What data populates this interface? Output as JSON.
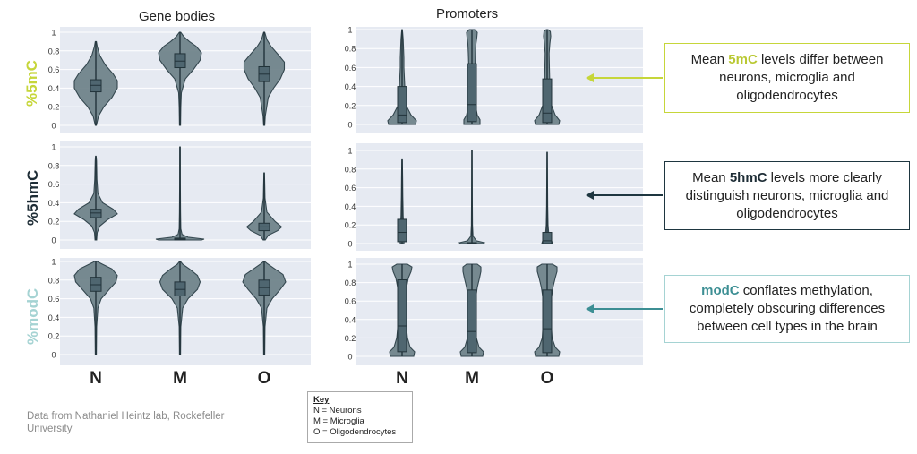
{
  "column_titles": [
    "Gene bodies",
    "Promoters"
  ],
  "row_labels": [
    {
      "text": "%5mC",
      "color": "#c6d63a"
    },
    {
      "text": "%5hmC",
      "color": "#1e2d36"
    },
    {
      "text": "%modC",
      "color": "#a5d3d3"
    }
  ],
  "callouts": [
    {
      "pre": "Mean ",
      "bold": "5mC",
      "post": " levels differ between neurons, microglia and oligodendrocytes",
      "color": "#c6d63a",
      "bold_color": "#b9c832"
    },
    {
      "pre": "Mean ",
      "bold": "5hmC",
      "post": " levels more clearly distinguish neurons, microglia and oligodendrocytes",
      "color": "#1e3640",
      "bold_color": "#1e2d36"
    },
    {
      "pre": "",
      "bold": "modC",
      "post": " conflates methylation, completely obscuring differences between cell types in the brain",
      "color": "#3d8f94",
      "bold_color": "#3d8f94"
    }
  ],
  "footer_note": "Data from Nathaniel Heintz lab, Rockefeller University",
  "key": {
    "title": "Key",
    "items": [
      "N = Neurons",
      "M = Microglia",
      "O = Oligodendrocytes"
    ]
  },
  "colors": {
    "panel_bg": "#e6eaf2",
    "violin_fill": "#6c8088",
    "violin_stroke": "#34474f",
    "box_fill": "#4f6670",
    "lime": "#c6d63a",
    "navy": "#1e3640",
    "teal": "#3d8f94"
  },
  "chart_data": [
    {
      "type": "violin",
      "region": "Gene bodies",
      "row": "%5mC",
      "categories": [
        "N",
        "M",
        "O"
      ],
      "yticks": [
        "0",
        "0.2",
        "0.4",
        "0.6",
        "0.8",
        "1"
      ],
      "ylim": [
        0,
        1
      ],
      "medians": [
        0.43,
        0.69,
        0.55
      ],
      "q1": [
        0.36,
        0.62,
        0.47
      ],
      "q3": [
        0.49,
        0.77,
        0.63
      ],
      "profile": [
        [
          [
            0,
            0.004
          ],
          [
            0.1,
            0.02
          ],
          [
            0.2,
            0.06
          ],
          [
            0.3,
            0.12
          ],
          [
            0.4,
            0.16
          ],
          [
            0.48,
            0.16
          ],
          [
            0.55,
            0.13
          ],
          [
            0.65,
            0.07
          ],
          [
            0.75,
            0.03
          ],
          [
            0.85,
            0.01
          ],
          [
            0.9,
            0.004
          ]
        ],
        [
          [
            0,
            0.004
          ],
          [
            0.2,
            0.006
          ],
          [
            0.35,
            0.01
          ],
          [
            0.5,
            0.04
          ],
          [
            0.6,
            0.1
          ],
          [
            0.7,
            0.15
          ],
          [
            0.78,
            0.16
          ],
          [
            0.85,
            0.12
          ],
          [
            0.9,
            0.07
          ],
          [
            0.95,
            0.03
          ],
          [
            1,
            0.005
          ]
        ],
        [
          [
            0,
            0.004
          ],
          [
            0.1,
            0.008
          ],
          [
            0.3,
            0.03
          ],
          [
            0.4,
            0.07
          ],
          [
            0.5,
            0.12
          ],
          [
            0.6,
            0.15
          ],
          [
            0.68,
            0.15
          ],
          [
            0.75,
            0.11
          ],
          [
            0.85,
            0.05
          ],
          [
            0.92,
            0.02
          ],
          [
            1,
            0.004
          ]
        ]
      ]
    },
    {
      "type": "violin",
      "region": "Promoters",
      "row": "%5mC",
      "categories": [
        "N",
        "M",
        "O"
      ],
      "yticks": [
        "0",
        "0.2",
        "0.4",
        "0.6",
        "0.8",
        "1"
      ],
      "ylim": [
        0,
        1
      ],
      "medians": [
        0.1,
        0.21,
        0.12
      ],
      "q1": [
        0.02,
        0.03,
        0.02
      ],
      "q3": [
        0.4,
        0.64,
        0.48
      ],
      "profile": [
        [
          [
            0,
            0.15
          ],
          [
            0.04,
            0.16
          ],
          [
            0.1,
            0.1
          ],
          [
            0.2,
            0.045
          ],
          [
            0.3,
            0.035
          ],
          [
            0.4,
            0.03
          ],
          [
            0.5,
            0.025
          ],
          [
            0.6,
            0.02
          ],
          [
            0.7,
            0.02
          ],
          [
            0.8,
            0.016
          ],
          [
            0.9,
            0.012
          ],
          [
            0.97,
            0.006
          ],
          [
            1,
            0.002
          ]
        ],
        [
          [
            0,
            0.09
          ],
          [
            0.05,
            0.09
          ],
          [
            0.1,
            0.06
          ],
          [
            0.2,
            0.04
          ],
          [
            0.4,
            0.035
          ],
          [
            0.6,
            0.035
          ],
          [
            0.75,
            0.04
          ],
          [
            0.85,
            0.045
          ],
          [
            0.92,
            0.055
          ],
          [
            0.97,
            0.06
          ],
          [
            1,
            0.03
          ]
        ],
        [
          [
            0,
            0.13
          ],
          [
            0.04,
            0.14
          ],
          [
            0.1,
            0.09
          ],
          [
            0.2,
            0.05
          ],
          [
            0.3,
            0.035
          ],
          [
            0.4,
            0.03
          ],
          [
            0.6,
            0.025
          ],
          [
            0.75,
            0.022
          ],
          [
            0.85,
            0.03
          ],
          [
            0.93,
            0.04
          ],
          [
            0.98,
            0.035
          ],
          [
            1,
            0.01
          ]
        ]
      ]
    },
    {
      "type": "violin",
      "region": "Gene bodies",
      "row": "%5hmC",
      "categories": [
        "N",
        "M",
        "O"
      ],
      "yticks": [
        "0",
        "0.2",
        "0.4",
        "0.6",
        "0.8",
        "1"
      ],
      "ylim": [
        0,
        1
      ],
      "medians": [
        0.29,
        0.01,
        0.14
      ],
      "q1": [
        0.24,
        0.0,
        0.1
      ],
      "q3": [
        0.33,
        0.02,
        0.18
      ],
      "profile": [
        [
          [
            0,
            0.006
          ],
          [
            0.08,
            0.01
          ],
          [
            0.15,
            0.03
          ],
          [
            0.22,
            0.09
          ],
          [
            0.28,
            0.16
          ],
          [
            0.33,
            0.13
          ],
          [
            0.4,
            0.05
          ],
          [
            0.5,
            0.015
          ],
          [
            0.65,
            0.008
          ],
          [
            0.85,
            0.005
          ],
          [
            0.9,
            0.002
          ]
        ],
        [
          [
            0,
            0.16
          ],
          [
            0.01,
            0.18
          ],
          [
            0.03,
            0.06
          ],
          [
            0.06,
            0.015
          ],
          [
            0.12,
            0.006
          ],
          [
            0.3,
            0.004
          ],
          [
            0.6,
            0.003
          ],
          [
            1,
            0.002
          ]
        ],
        [
          [
            0,
            0.008
          ],
          [
            0.05,
            0.03
          ],
          [
            0.1,
            0.1
          ],
          [
            0.14,
            0.13
          ],
          [
            0.2,
            0.08
          ],
          [
            0.3,
            0.02
          ],
          [
            0.45,
            0.006
          ],
          [
            0.6,
            0.004
          ],
          [
            0.72,
            0.002
          ]
        ]
      ]
    },
    {
      "type": "violin",
      "region": "Promoters",
      "row": "%5hmC",
      "categories": [
        "N",
        "M",
        "O"
      ],
      "yticks": [
        "0",
        "0.2",
        "0.4",
        "0.6",
        "0.8",
        "1"
      ],
      "ylim": [
        0,
        1
      ],
      "medians": [
        0.12,
        0.0,
        0.03
      ],
      "q1": [
        0.02,
        0.0,
        0.0
      ],
      "q3": [
        0.26,
        0.01,
        0.12
      ],
      "profile": [
        [
          [
            0,
            0.02
          ],
          [
            0.05,
            0.025
          ],
          [
            0.15,
            0.02
          ],
          [
            0.3,
            0.012
          ],
          [
            0.5,
            0.008
          ],
          [
            0.7,
            0.006
          ],
          [
            0.9,
            0.003
          ]
        ],
        [
          [
            0,
            0.13
          ],
          [
            0.01,
            0.14
          ],
          [
            0.03,
            0.05
          ],
          [
            0.08,
            0.012
          ],
          [
            0.2,
            0.006
          ],
          [
            0.5,
            0.004
          ],
          [
            1,
            0.002
          ]
        ],
        [
          [
            0,
            0.06
          ],
          [
            0.03,
            0.05
          ],
          [
            0.08,
            0.02
          ],
          [
            0.2,
            0.01
          ],
          [
            0.4,
            0.006
          ],
          [
            0.7,
            0.004
          ],
          [
            0.98,
            0.002
          ]
        ]
      ]
    },
    {
      "type": "violin",
      "region": "Gene bodies",
      "row": "%modC",
      "categories": [
        "N",
        "M",
        "O"
      ],
      "yticks": [
        "0",
        "0.2",
        "0.4",
        "0.6",
        "0.8",
        "1"
      ],
      "ylim": [
        0,
        1
      ],
      "medians": [
        0.75,
        0.7,
        0.72
      ],
      "q1": [
        0.68,
        0.63,
        0.64
      ],
      "q3": [
        0.83,
        0.78,
        0.8
      ],
      "profile": [
        [
          [
            0,
            0.004
          ],
          [
            0.3,
            0.006
          ],
          [
            0.5,
            0.015
          ],
          [
            0.6,
            0.04
          ],
          [
            0.7,
            0.1
          ],
          [
            0.78,
            0.15
          ],
          [
            0.85,
            0.16
          ],
          [
            0.92,
            0.12
          ],
          [
            0.97,
            0.05
          ],
          [
            1,
            0.01
          ]
        ],
        [
          [
            0,
            0.004
          ],
          [
            0.3,
            0.006
          ],
          [
            0.5,
            0.02
          ],
          [
            0.6,
            0.06
          ],
          [
            0.7,
            0.13
          ],
          [
            0.78,
            0.15
          ],
          [
            0.85,
            0.13
          ],
          [
            0.92,
            0.07
          ],
          [
            0.97,
            0.02
          ],
          [
            1,
            0.004
          ]
        ],
        [
          [
            0,
            0.004
          ],
          [
            0.3,
            0.006
          ],
          [
            0.5,
            0.02
          ],
          [
            0.6,
            0.06
          ],
          [
            0.7,
            0.12
          ],
          [
            0.78,
            0.16
          ],
          [
            0.86,
            0.14
          ],
          [
            0.93,
            0.07
          ],
          [
            0.98,
            0.02
          ],
          [
            1,
            0.004
          ]
        ]
      ]
    },
    {
      "type": "violin",
      "region": "Promoters",
      "row": "%modC",
      "categories": [
        "N",
        "M",
        "O"
      ],
      "yticks": [
        "0",
        "0.2",
        "0.4",
        "0.6",
        "0.8",
        "1"
      ],
      "ylim": [
        0,
        1
      ],
      "medians": [
        0.33,
        0.27,
        0.3
      ],
      "q1": [
        0.05,
        0.04,
        0.04
      ],
      "q3": [
        0.83,
        0.72,
        0.72
      ],
      "profile": [
        [
          [
            0,
            0.13
          ],
          [
            0.05,
            0.14
          ],
          [
            0.1,
            0.09
          ],
          [
            0.2,
            0.06
          ],
          [
            0.3,
            0.05
          ],
          [
            0.45,
            0.045
          ],
          [
            0.6,
            0.045
          ],
          [
            0.75,
            0.05
          ],
          [
            0.85,
            0.07
          ],
          [
            0.92,
            0.1
          ],
          [
            0.97,
            0.11
          ],
          [
            1,
            0.06
          ]
        ],
        [
          [
            0,
            0.12
          ],
          [
            0.05,
            0.13
          ],
          [
            0.1,
            0.08
          ],
          [
            0.2,
            0.05
          ],
          [
            0.35,
            0.04
          ],
          [
            0.5,
            0.04
          ],
          [
            0.65,
            0.045
          ],
          [
            0.75,
            0.06
          ],
          [
            0.85,
            0.085
          ],
          [
            0.92,
            0.1
          ],
          [
            0.97,
            0.1
          ],
          [
            1,
            0.06
          ]
        ],
        [
          [
            0,
            0.13
          ],
          [
            0.05,
            0.14
          ],
          [
            0.1,
            0.09
          ],
          [
            0.2,
            0.055
          ],
          [
            0.35,
            0.045
          ],
          [
            0.5,
            0.045
          ],
          [
            0.65,
            0.05
          ],
          [
            0.75,
            0.065
          ],
          [
            0.85,
            0.09
          ],
          [
            0.92,
            0.11
          ],
          [
            0.97,
            0.11
          ],
          [
            1,
            0.06
          ]
        ]
      ]
    }
  ]
}
